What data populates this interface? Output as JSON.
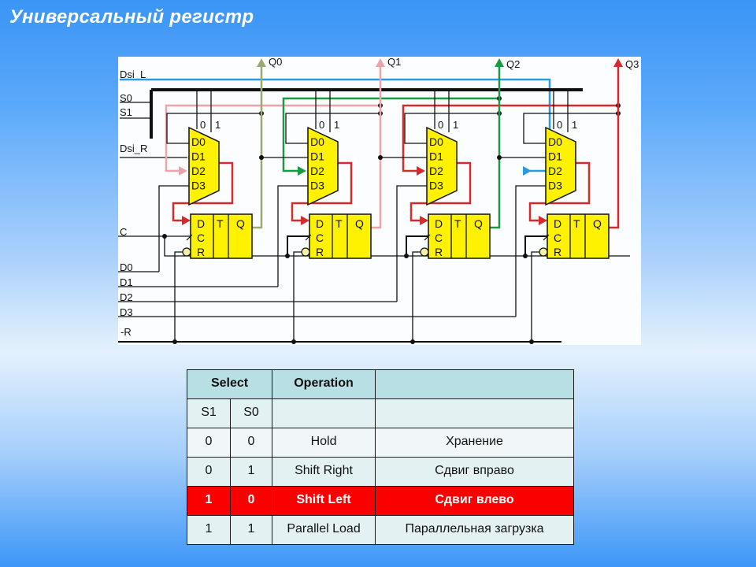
{
  "slide": {
    "title": "Универсальный регистр"
  },
  "diagram": {
    "inputs": {
      "dsi_l": "Dsi_L",
      "s0": "S0",
      "s1": "S1",
      "dsi_r": "Dsi_R",
      "c": "C",
      "d0": "D0",
      "d1": "D1",
      "d2": "D2",
      "d3": "D3",
      "reset": "-R"
    },
    "outputs": [
      "Q0",
      "Q1",
      "Q2",
      "Q3"
    ],
    "output_colors": [
      "#9aaa6e",
      "#eba4a9",
      "#1a9a43",
      "#d42c2c"
    ],
    "bus_colors": {
      "dsi_l": "#2a9be0",
      "feedback_red": "#d42c2c",
      "select_bus": "#111111"
    },
    "mux": {
      "select_labels": [
        "0",
        "1"
      ],
      "inputs": [
        "D0",
        "D1",
        "D2",
        "D3"
      ],
      "fill": "#fff200"
    },
    "flipflop": {
      "labels": {
        "d": "D",
        "c": "C",
        "r": "R",
        "t": "T",
        "q": "Q"
      },
      "fill": "#fff200"
    },
    "stages": 4
  },
  "table": {
    "header": {
      "select": "Select",
      "operation": "Operation",
      "description": ""
    },
    "subheader": {
      "s1": "S1",
      "s0": "S0",
      "operation": "",
      "description": ""
    },
    "rows": [
      {
        "s1": "0",
        "s0": "0",
        "operation": "Hold",
        "description": "Хранение",
        "highlighted": false
      },
      {
        "s1": "0",
        "s0": "1",
        "operation": "Shift Right",
        "description": "Сдвиг вправо",
        "highlighted": false
      },
      {
        "s1": "1",
        "s0": "0",
        "operation": "Shift Left",
        "description": "Сдвиг влево",
        "highlighted": true
      },
      {
        "s1": "1",
        "s0": "1",
        "operation": "Parallel Load",
        "description": "Параллельная загрузка",
        "highlighted": false
      }
    ],
    "highlight_color": "#fa0000"
  }
}
